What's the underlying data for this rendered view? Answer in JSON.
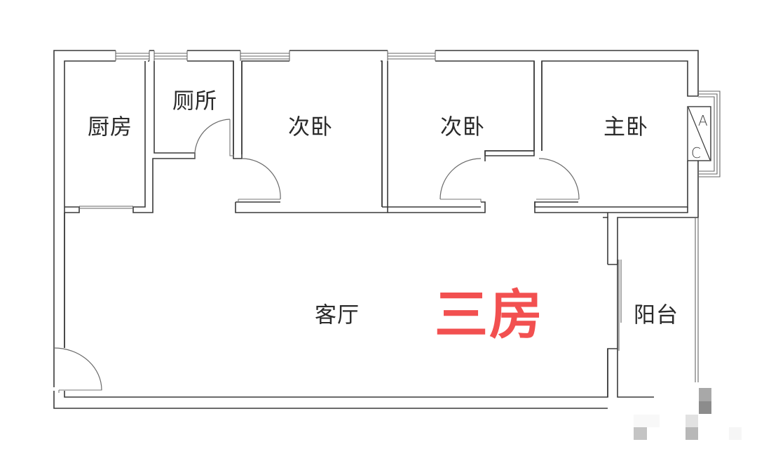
{
  "floorplan": {
    "title": "三房",
    "title_color": "#f25050",
    "rooms": {
      "kitchen": "厨房",
      "toilet": "厕所",
      "second_bedroom_1": "次卧",
      "second_bedroom_2": "次卧",
      "master_bedroom": "主卧",
      "living_room": "客厅",
      "balcony": "阳台"
    },
    "ac_unit": {
      "letter_top": "A",
      "letter_bottom": "C"
    },
    "colors": {
      "wall": "#3a3a3a",
      "background": "#ffffff"
    }
  }
}
